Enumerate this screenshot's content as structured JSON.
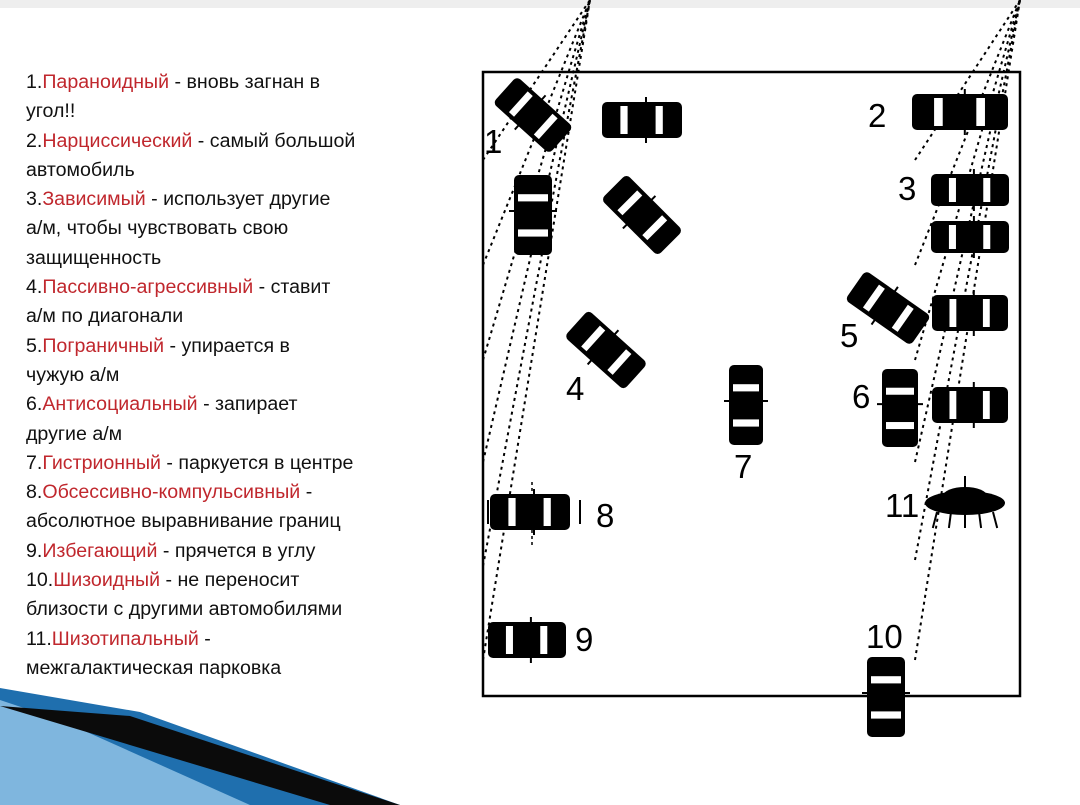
{
  "legend": [
    {
      "num": "1.",
      "term": "Параноидный",
      "desc": " - вновь загнан в",
      "cont": [
        "угол!!"
      ]
    },
    {
      "num": "2.",
      "term": "Нарциссический",
      "desc": " - самый большой",
      "cont": [
        "автомобиль"
      ]
    },
    {
      "num": "3.",
      "term": "Зависимый",
      "desc": " - использует другие",
      "cont": [
        "а/м, чтобы чувствовать свою",
        "защищенность"
      ]
    },
    {
      "num": "4.",
      "term": "Пассивно-агрессивный",
      "desc": " - ставит",
      "cont": [
        "а/м по диагонали"
      ]
    },
    {
      "num": "5.",
      "term": "Пограничный",
      "desc": " - упирается в",
      "cont": [
        "чужую а/м"
      ]
    },
    {
      "num": "6.",
      "term": "Антисоциальный",
      "desc": " - запирает",
      "cont": [
        "другие а/м"
      ]
    },
    {
      "num": "7.",
      "term": "Гистрионный",
      "desc": " - паркуется в центре",
      "cont": []
    },
    {
      "num": "8.",
      "term": "Обсессивно-компульсивный",
      "desc": " -",
      "cont": [
        "абсолютное выравнивание границ"
      ]
    },
    {
      "num": "9.",
      "term": "Избегающий",
      "desc": " - прячется в углу",
      "cont": []
    },
    {
      "num": "10.",
      "term": "Шизоидный",
      "desc": " - не переносит",
      "cont": [
        "близости с другими автомобилями"
      ]
    },
    {
      "num": "11.",
      "term": "Шизотипальный",
      "desc": " -",
      "cont": [
        "межгалактическая парковка"
      ]
    }
  ],
  "diagram_labels": [
    "1",
    "2",
    "3",
    "4",
    "5",
    "6",
    "7",
    "8",
    "9",
    "10",
    "11"
  ],
  "colors": {
    "accent": "#c0272d",
    "text": "#111111",
    "ink": "#000000",
    "decor_blue": "#1f6fae"
  }
}
